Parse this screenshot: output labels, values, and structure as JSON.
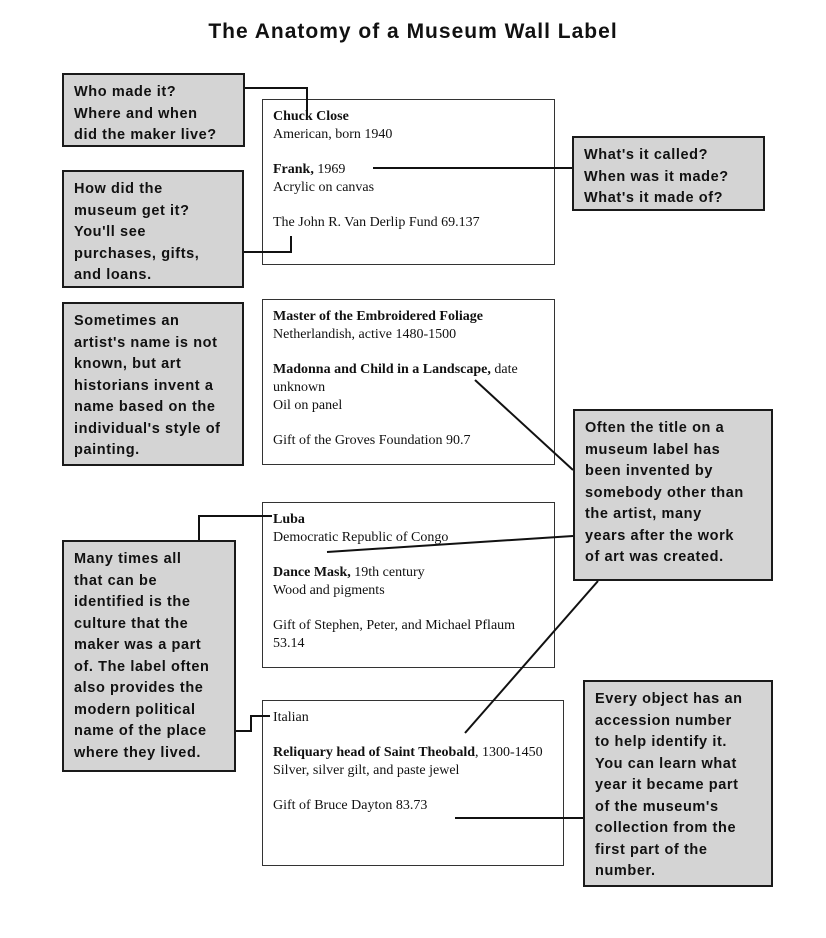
{
  "title": "The Anatomy of a Museum Wall Label",
  "callouts": {
    "maker": "Who made it?\nWhere and when\ndid the maker live?",
    "title_info": "What's it called?\nWhen was it made?\nWhat's it made of?",
    "acquisition": "How did the\nmuseum get it?\nYou'll see\npurchases, gifts,\nand loans.",
    "unknown_artist": "Sometimes an\nartist's name is not\nknown, but art\nhistorians invent a\nname based on the\nindividual's style of\npainting.",
    "invented_title": "Often the title on a\nmuseum label has\nbeen invented by\nsomebody other than\nthe artist, many\nyears after the work\nof art was created.",
    "culture": "Many times all\nthat can be\nidentified is the\nculture that the\nmaker was a part\nof. The label often\nalso provides the\nmodern political\nname of the place\nwhere they lived.",
    "accession": "Every object has an\naccession number\nto help identify it.\nYou can learn what\nyear it became part\nof the museum's\ncollection from the\nfirst part of the\nnumber."
  },
  "labels": [
    {
      "maker": "Chuck Close",
      "maker_info": "American, born 1940",
      "title": "Frank,",
      "date": " 1969",
      "medium": "Acrylic on canvas",
      "credit": "The John R. Van Derlip Fund  69.137"
    },
    {
      "maker": "Master of the Embroidered Foliage",
      "maker_info": "Netherlandish, active 1480-1500",
      "title": "Madonna and Child in a Landscape,",
      "date": " date unknown",
      "medium": "Oil on panel",
      "credit": "Gift of the Groves Foundation  90.7"
    },
    {
      "maker": "Luba",
      "maker_info": "Democratic Republic of Congo",
      "title": "Dance Mask,",
      "date": " 19th century",
      "medium": "Wood and pigments",
      "credit": "Gift of Stephen, Peter, and Michael Pflaum 53.14"
    },
    {
      "maker": "Italian",
      "title": "Reliquary head of Saint Theobald",
      "date": ", 1300-1450",
      "medium": "Silver, silver gilt, and paste jewel",
      "credit": "Gift of Bruce Dayton  83.73"
    }
  ]
}
